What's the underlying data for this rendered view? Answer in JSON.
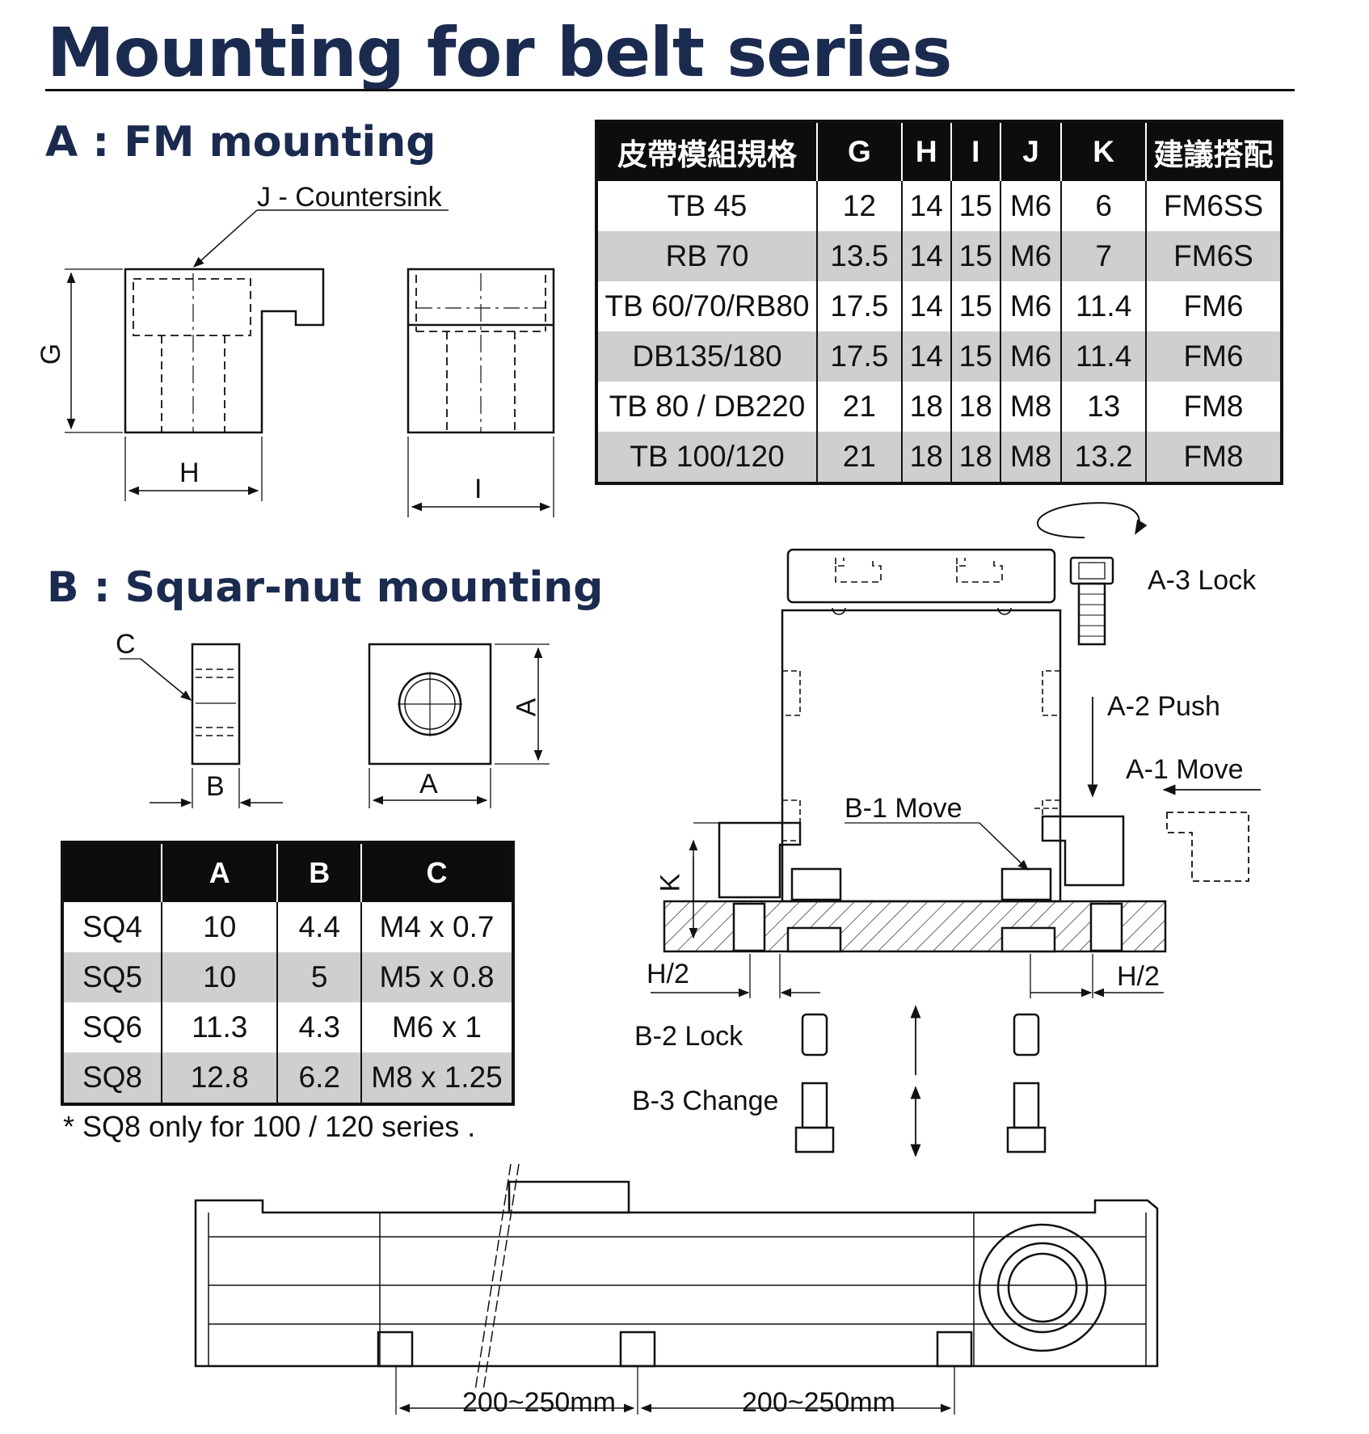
{
  "title": "Mounting for belt series",
  "section_a": {
    "heading": "A : FM mounting",
    "labels": {
      "countersink": "J - Countersink",
      "g": "G",
      "h": "H",
      "i": "I"
    }
  },
  "section_b": {
    "heading": "B : Squar-nut mounting",
    "labels": {
      "c": "C",
      "b": "B",
      "a_vert": "A",
      "a_horiz": "A"
    }
  },
  "table_fm": {
    "headers": [
      "皮帶模組規格",
      "G",
      "H",
      "I",
      "J",
      "K",
      "建議搭配"
    ],
    "rows": [
      [
        "TB 45",
        "12",
        "14",
        "15",
        "M6",
        "6",
        "FM6SS"
      ],
      [
        "RB 70",
        "13.5",
        "14",
        "15",
        "M6",
        "7",
        "FM6S"
      ],
      [
        "TB 60/70/RB80",
        "17.5",
        "14",
        "15",
        "M6",
        "11.4",
        "FM6"
      ],
      [
        "DB135/180",
        "17.5",
        "14",
        "15",
        "M6",
        "11.4",
        "FM6"
      ],
      [
        "TB 80 / DB220",
        "21",
        "18",
        "18",
        "M8",
        "13",
        "FM8"
      ],
      [
        "TB 100/120",
        "21",
        "18",
        "18",
        "M8",
        "13.2",
        "FM8"
      ]
    ]
  },
  "table_sq": {
    "headers": [
      "",
      "A",
      "B",
      "C"
    ],
    "rows": [
      [
        "SQ4",
        "10",
        "4.4",
        "M4 x 0.7"
      ],
      [
        "SQ5",
        "10",
        "5",
        "M5 x 0.8"
      ],
      [
        "SQ6",
        "11.3",
        "4.3",
        "M6 x 1"
      ],
      [
        "SQ8",
        "12.8",
        "6.2",
        "M8 x 1.25"
      ]
    ]
  },
  "note": "* SQ8 only for 100 / 120 series .",
  "assembly": {
    "a3": "A-3 Lock",
    "a2": "A-2 Push",
    "a1": "A-1 Move",
    "b1": "B-1 Move",
    "k": "K",
    "h2_left": "H/2",
    "h2_right": "H/2",
    "b2": "B-2 Lock",
    "b3": "B-3 Change"
  },
  "rail": {
    "spacing_left": "200~250mm",
    "spacing_right": "200~250mm"
  }
}
